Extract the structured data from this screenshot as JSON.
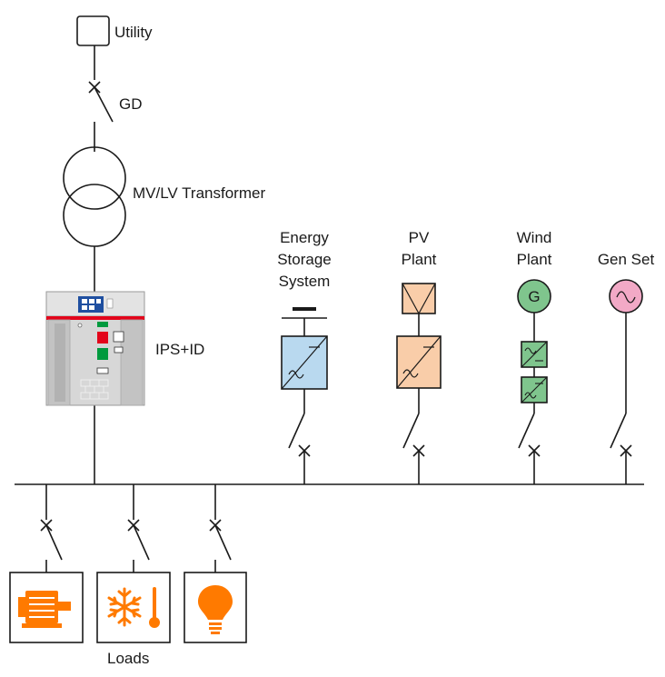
{
  "labels": {
    "utility": "Utility",
    "gd": "GD",
    "transformer": "MV/LV Transformer",
    "ips_id": "IPS+ID",
    "storage_line1": "Energy",
    "storage_line2": "Storage",
    "storage_line3": "System",
    "pv_line1": "PV",
    "pv_line2": "Plant",
    "wind_line1": "Wind",
    "wind_line2": "Plant",
    "genset": "Gen Set",
    "loads": "Loads",
    "generator_symbol": "G"
  },
  "icons": {
    "loads": [
      "motor-icon",
      "snowflake-thermometer-icon",
      "light-bulb-icon"
    ],
    "sources": [
      "battery-icon",
      "pv-panel-icon",
      "generator-icon",
      "ac-source-icon"
    ],
    "converters": [
      "dc-ac-inverter-icon",
      "ac-dc-converter-icon"
    ]
  },
  "colors": {
    "line": "#1a1a1a",
    "storage_fill": "#b9d9ef",
    "pv_fill": "#f9cda9",
    "wind_fill": "#7fc58d",
    "genset_fill": "#f2a9c6",
    "load_orange": "#ff7a00",
    "breaker_red": "#e3051b",
    "breaker_green": "#009a3e"
  }
}
